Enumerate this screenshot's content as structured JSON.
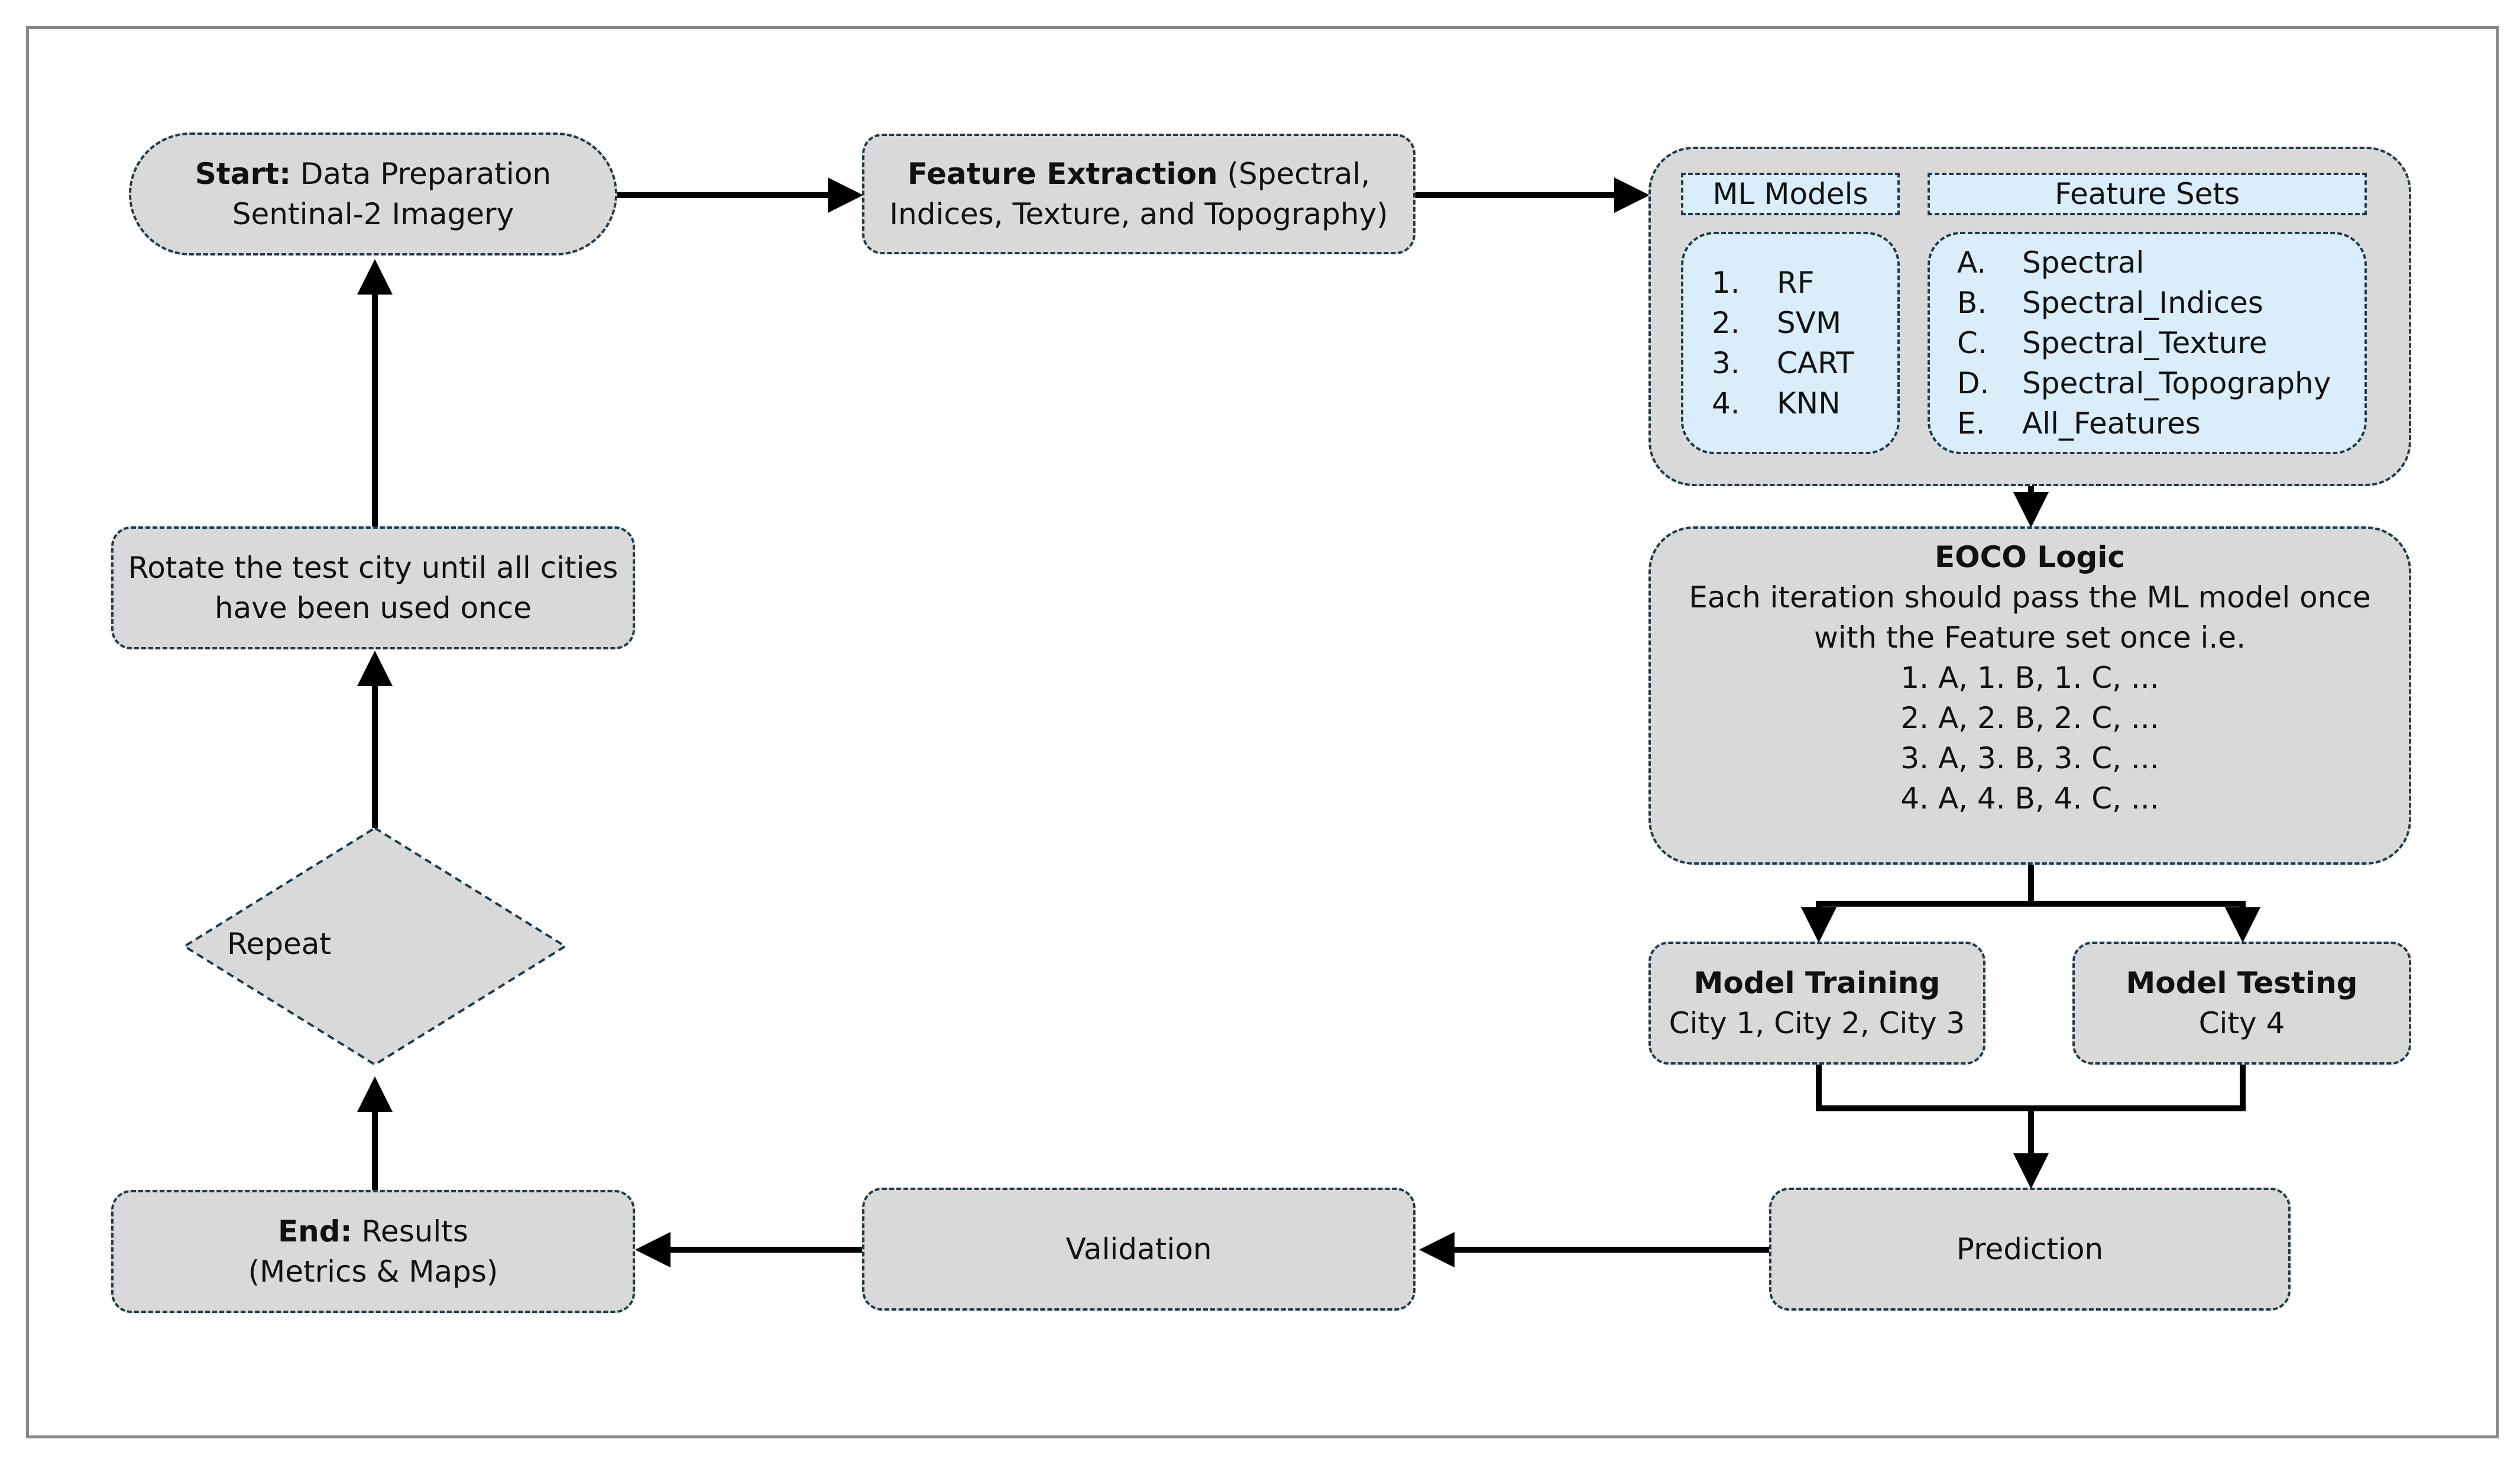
{
  "nodes": {
    "start": {
      "bold": "Start:",
      "line1": " Data Preparation",
      "line2": "Sentinal-2 Imagery"
    },
    "feature_extraction": {
      "bold": "Feature Extraction",
      "line1": " (Spectral,",
      "line2": "Indices, Texture, and Topography)"
    },
    "ml_models": {
      "header": "ML Models",
      "items": [
        {
          "num": "1.",
          "label": "RF"
        },
        {
          "num": "2.",
          "label": "SVM"
        },
        {
          "num": "3.",
          "label": "CART"
        },
        {
          "num": "4.",
          "label": "KNN"
        }
      ]
    },
    "feature_sets": {
      "header": "Feature Sets",
      "items": [
        {
          "num": "A.",
          "label": "Spectral"
        },
        {
          "num": "B.",
          "label": "Spectral_Indices"
        },
        {
          "num": "C.",
          "label": "Spectral_Texture"
        },
        {
          "num": "D.",
          "label": "Spectral_Topography"
        },
        {
          "num": "E.",
          "label": "All_Features"
        }
      ]
    },
    "eoco": {
      "title": "EOCO Logic",
      "lines": [
        "Each iteration should pass the ML model once",
        "with the Feature set once i.e.",
        "1. A, 1. B, 1. C, ...",
        "2. A, 2. B, 2. C, ...",
        "3. A, 3. B, 3. C, ...",
        "4. A, 4. B, 4. C, ..."
      ]
    },
    "model_training": {
      "title": "Model Training",
      "detail": "City 1, City 2, City 3"
    },
    "model_testing": {
      "title": "Model Testing",
      "detail": "City 4"
    },
    "prediction": {
      "label": "Prediction"
    },
    "validation": {
      "label": "Validation"
    },
    "end": {
      "bold": "End:",
      "line1": " Results",
      "line2": "(Metrics & Maps)"
    },
    "repeat": {
      "label": "Repeat"
    },
    "rotate": {
      "line1": "Rotate the test city until all cities",
      "line2": "have been used once"
    }
  },
  "colors": {
    "node_fill": "#d9d9d9",
    "list_fill": "#d9eefa",
    "border": "#1f3b4a",
    "arrow": "#000000",
    "frame": "#888888"
  }
}
